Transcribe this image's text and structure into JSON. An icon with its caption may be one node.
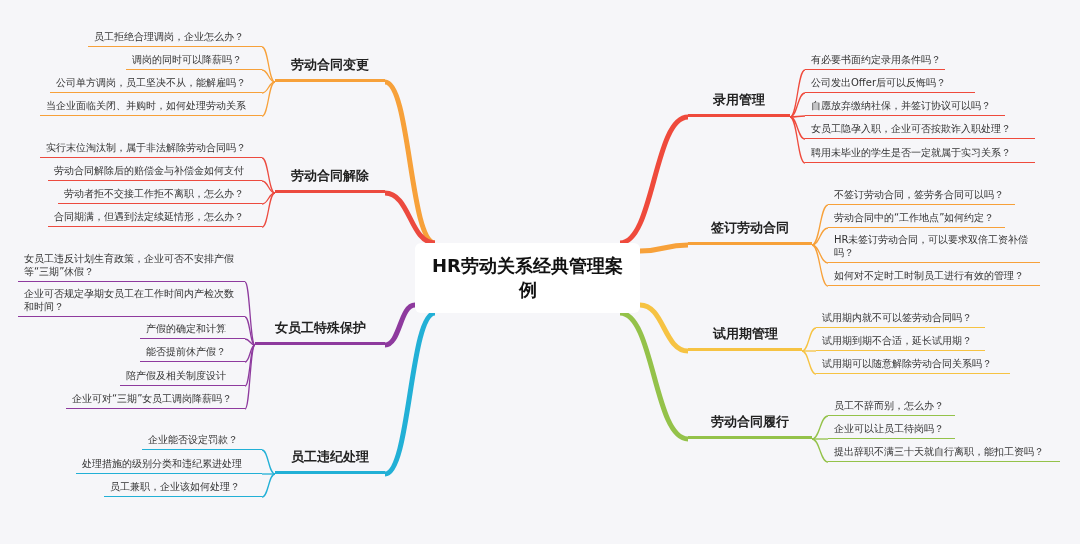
{
  "diagram": {
    "nodes": [
      {
        "text": [
          "HR劳动关系经典管理案例"
        ]
      },
      {
        "text": [
          "劳动合同变更"
        ]
      },
      {
        "text": [
          "员工拒绝合理调岗，企业怎么办？"
        ]
      },
      {
        "text": [
          "调岗的同时可以降薪吗？"
        ]
      },
      {
        "text": [
          "公司单方调岗，员工坚决不从，能解雇吗？"
        ]
      },
      {
        "text": [
          "当企业面临关闭、并购时，如何处理劳动关系"
        ]
      },
      {
        "text": [
          "劳动合同解除"
        ]
      },
      {
        "text": [
          "实行末位淘汰制，属于非法解除劳动合同吗？"
        ]
      },
      {
        "text": [
          "劳动合同解除后的赔偿金与补偿金如何支付"
        ]
      },
      {
        "text": [
          "劳动者拒不交接工作拒不离职，怎么办？"
        ]
      },
      {
        "text": [
          "合同期满，但遇到法定续延情形，怎么办？"
        ]
      },
      {
        "text": [
          "女员工特殊保护"
        ]
      },
      {
        "text": [
          "女员工违反计划生育政策，企业可否不安排产假等“三期”休假？"
        ]
      },
      {
        "text": [
          "企业可否规定孕期女员工在工作时间内产检次数和时间？"
        ]
      },
      {
        "text": [
          "产假的确定和计算"
        ]
      },
      {
        "text": [
          "能否提前休产假？"
        ]
      },
      {
        "text": [
          "陪产假及相关制度设计"
        ]
      },
      {
        "text": [
          "企业可对“三期”女员工调岗降薪吗？"
        ]
      },
      {
        "text": [
          "员工违纪处理"
        ]
      },
      {
        "text": [
          "企业能否设定罚款？"
        ]
      },
      {
        "text": [
          "处理措施的级别分类和违纪累进处理"
        ]
      },
      {
        "text": [
          "员工兼职，企业该如何处理？"
        ]
      },
      {
        "text": [
          "录用管理"
        ]
      },
      {
        "text": [
          "有必要书面约定录用条件吗？"
        ]
      },
      {
        "text": [
          "公司发出Offer后可以反悔吗？"
        ]
      },
      {
        "text": [
          "自愿放弃缴纳社保，并签订协议可以吗？"
        ]
      },
      {
        "text": [
          "女员工隐孕入职，企业可否按欺诈入职处理？"
        ]
      },
      {
        "text": [
          "聘用未毕业的学生是否一定就属于实习关系？"
        ]
      },
      {
        "text": [
          "签订劳动合同"
        ]
      },
      {
        "text": [
          "不签订劳动合同，签劳务合同可以吗？"
        ]
      },
      {
        "text": [
          "劳动合同中的“工作地点”如何约定？"
        ]
      },
      {
        "text": [
          "HR未签订劳动合同，可以要求双倍工资补偿吗？"
        ]
      },
      {
        "text": [
          "如何对不定时工时制员工进行有效的管理？"
        ]
      },
      {
        "text": [
          "试用期管理"
        ]
      },
      {
        "text": [
          "试用期内就不可以签劳动合同吗？"
        ]
      },
      {
        "text": [
          "试用期到期不合适，延长试用期？"
        ]
      },
      {
        "text": [
          "试用期可以随意解除劳动合同关系吗？"
        ]
      },
      {
        "text": [
          "劳动合同履行"
        ]
      },
      {
        "text": [
          "员工不辞而别，怎么办？"
        ]
      },
      {
        "text": [
          "企业可以让员工待岗吗？"
        ]
      },
      {
        "text": [
          "提出辞职不满三十天就自行离职，能扣工资吗？"
        ]
      }
    ],
    "edges": [
      {
        "from": 0,
        "to": 1,
        "arrow": "none",
        "style": "thick",
        "color": "#f7a13a"
      },
      {
        "from": 1,
        "to": 2,
        "arrow": "none",
        "color": "#f7a13a"
      },
      {
        "from": 1,
        "to": 3,
        "arrow": "none",
        "color": "#f7a13a"
      },
      {
        "from": 1,
        "to": 4,
        "arrow": "none",
        "color": "#f7a13a"
      },
      {
        "from": 1,
        "to": 5,
        "arrow": "none",
        "color": "#f7a13a"
      },
      {
        "from": 0,
        "to": 6,
        "arrow": "none",
        "style": "thick",
        "color": "#ec4a3f"
      },
      {
        "from": 6,
        "to": 7,
        "arrow": "none",
        "color": "#ec4a3f"
      },
      {
        "from": 6,
        "to": 8,
        "arrow": "none",
        "color": "#ec4a3f"
      },
      {
        "from": 6,
        "to": 9,
        "arrow": "none",
        "color": "#ec4a3f"
      },
      {
        "from": 6,
        "to": 10,
        "arrow": "none",
        "color": "#ec4a3f"
      },
      {
        "from": 0,
        "to": 11,
        "arrow": "none",
        "style": "thick",
        "color": "#8e3a9e"
      },
      {
        "from": 11,
        "to": 12,
        "arrow": "none",
        "color": "#8e3a9e"
      },
      {
        "from": 11,
        "to": 13,
        "arrow": "none",
        "color": "#8e3a9e"
      },
      {
        "from": 11,
        "to": 14,
        "arrow": "none",
        "color": "#8e3a9e"
      },
      {
        "from": 11,
        "to": 15,
        "arrow": "none",
        "color": "#8e3a9e"
      },
      {
        "from": 11,
        "to": 16,
        "arrow": "none",
        "color": "#8e3a9e"
      },
      {
        "from": 11,
        "to": 17,
        "arrow": "none",
        "color": "#8e3a9e"
      },
      {
        "from": 0,
        "to": 18,
        "arrow": "none",
        "style": "thick",
        "color": "#22b0d6"
      },
      {
        "from": 18,
        "to": 19,
        "arrow": "none",
        "color": "#22b0d6"
      },
      {
        "from": 18,
        "to": 20,
        "arrow": "none",
        "color": "#22b0d6"
      },
      {
        "from": 18,
        "to": 21,
        "arrow": "none",
        "color": "#22b0d6"
      },
      {
        "from": 0,
        "to": 22,
        "arrow": "none",
        "style": "thick",
        "color": "#ef4a3c"
      },
      {
        "from": 22,
        "to": 23,
        "arrow": "none",
        "color": "#ef4a3c"
      },
      {
        "from": 22,
        "to": 24,
        "arrow": "none",
        "color": "#ef4a3c"
      },
      {
        "from": 22,
        "to": 25,
        "arrow": "none",
        "color": "#ef4a3c"
      },
      {
        "from": 22,
        "to": 26,
        "arrow": "none",
        "color": "#ef4a3c"
      },
      {
        "from": 22,
        "to": 27,
        "arrow": "none",
        "color": "#ef4a3c"
      },
      {
        "from": 0,
        "to": 28,
        "arrow": "none",
        "style": "thick",
        "color": "#f7a13a"
      },
      {
        "from": 28,
        "to": 29,
        "arrow": "none",
        "color": "#f7a13a"
      },
      {
        "from": 28,
        "to": 30,
        "arrow": "none",
        "color": "#f7a13a"
      },
      {
        "from": 28,
        "to": 31,
        "arrow": "none",
        "color": "#f7a13a"
      },
      {
        "from": 28,
        "to": 32,
        "arrow": "none",
        "color": "#f7a13a"
      },
      {
        "from": 0,
        "to": 33,
        "arrow": "none",
        "style": "thick",
        "color": "#f6c343"
      },
      {
        "from": 33,
        "to": 34,
        "arrow": "none",
        "color": "#f6c343"
      },
      {
        "from": 33,
        "to": 35,
        "arrow": "none",
        "color": "#f6c343"
      },
      {
        "from": 33,
        "to": 36,
        "arrow": "none",
        "color": "#f6c343"
      },
      {
        "from": 0,
        "to": 37,
        "arrow": "none",
        "style": "thick",
        "color": "#94c24a"
      },
      {
        "from": 37,
        "to": 38,
        "arrow": "none",
        "color": "#94c24a"
      },
      {
        "from": 37,
        "to": 39,
        "arrow": "none",
        "color": "#94c24a"
      },
      {
        "from": 37,
        "to": 40,
        "arrow": "none",
        "color": "#94c24a"
      }
    ]
  }
}
